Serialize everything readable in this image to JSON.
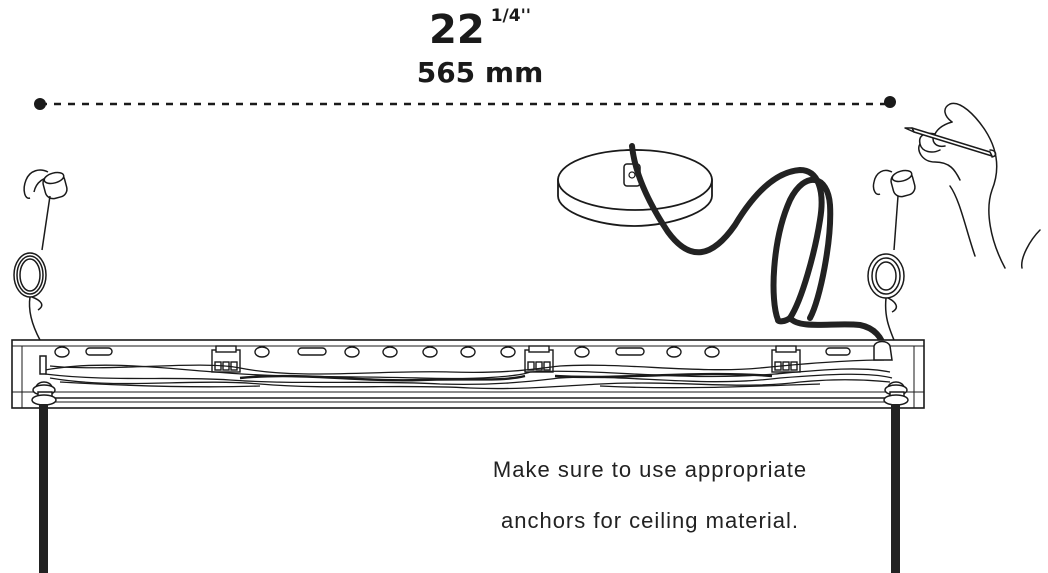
{
  "dimension": {
    "inches": "22",
    "fraction": "1/4",
    "inch_mark": "''",
    "metric": "565 mm"
  },
  "note": {
    "line1": "Make sure to use appropriate",
    "line2": "anchors for ceiling material."
  },
  "colors": {
    "ink": "#1a1a1a",
    "fixture_fill": "#ffffff",
    "cable": "#222222"
  }
}
